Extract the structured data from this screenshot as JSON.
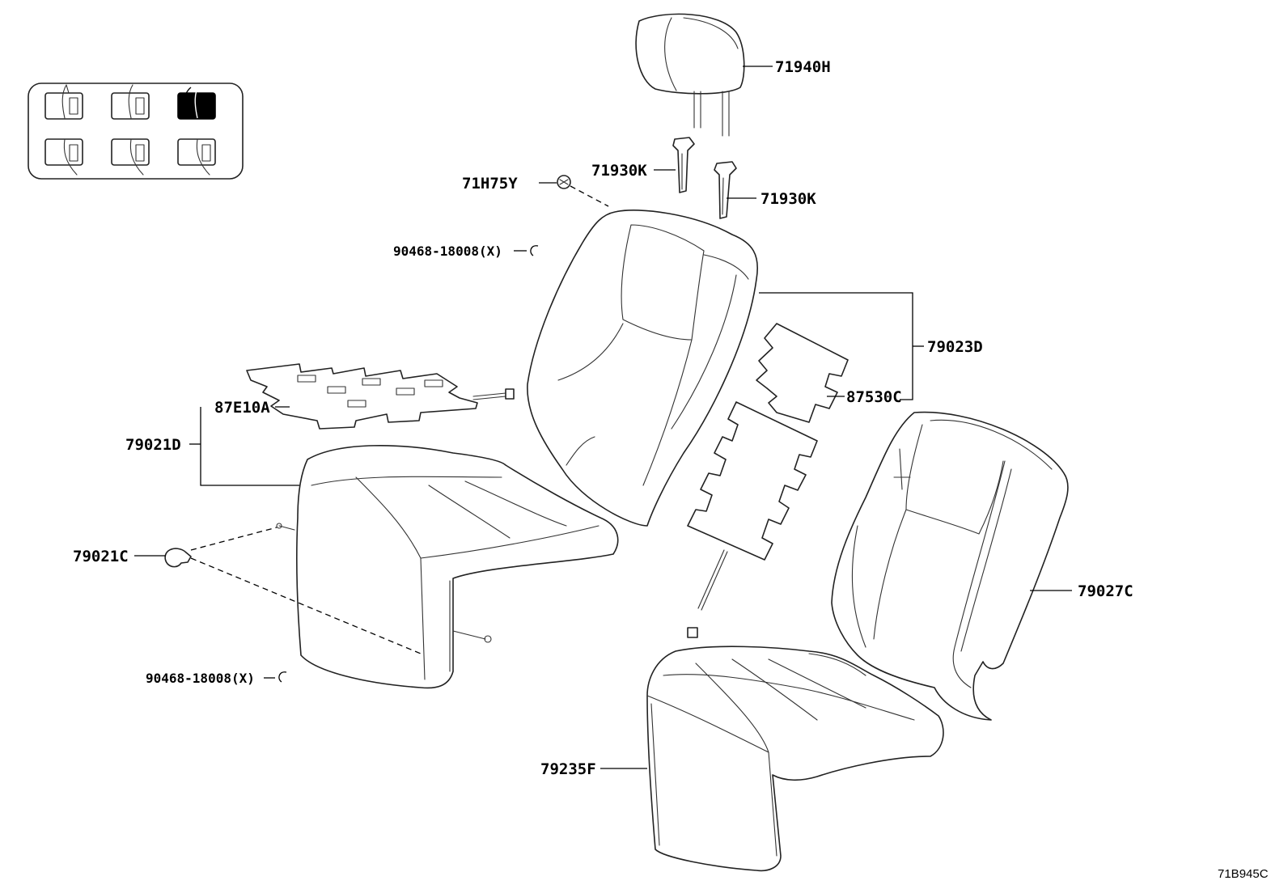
{
  "diagram": {
    "labels": {
      "headrest": "71940H",
      "support_left": "71930K",
      "support_right": "71930K",
      "clip": "71H75Y",
      "clip_upper": "90468-18008(X)",
      "back_assy": "79023D",
      "back_heater": "87530C",
      "back_cover": "79027C",
      "cushion_heater": "87E10A",
      "cushion_assy": "79021D",
      "cushion_clip": "79021C",
      "clip_lower": "90468-18008(X)",
      "cushion_cover": "79235F"
    },
    "footer_ref": "71B945C",
    "locator": {
      "highlighted_cell": 3
    }
  }
}
